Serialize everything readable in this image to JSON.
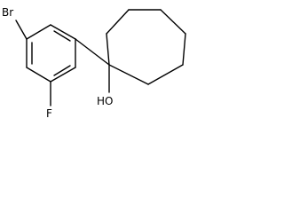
{
  "molecule": {
    "atoms": {
      "bromine": "Br",
      "fluorine": "F",
      "hydroxyl": "HO"
    }
  }
}
